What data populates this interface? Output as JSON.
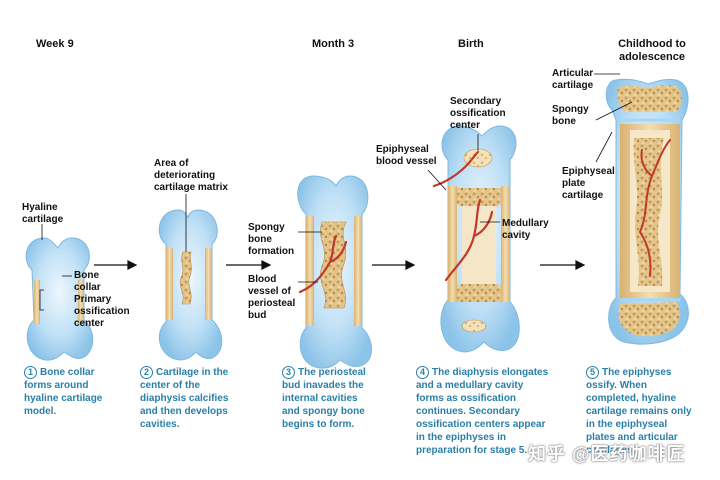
{
  "stages": [
    {
      "title": "Week 9"
    },
    {
      "title": "Month 3"
    },
    {
      "title": "Birth"
    },
    {
      "title": "Childhood to\nadolescence"
    }
  ],
  "labels": {
    "hyaline_cartilage": "Hyaline\ncartilage",
    "bone_collar": "Bone\ncollar",
    "primary_ossification_center": "Primary\nossification\ncenter",
    "deteriorating_matrix": "Area of\ndeteriorating\ncartilage matrix",
    "spongy_bone_formation": "Spongy\nbone\nformation",
    "periosteal_bud_vessel": "Blood\nvessel of\nperiosteal\nbud",
    "secondary_ossification_center": "Secondary\nossification\ncenter",
    "epiphyseal_blood_vessel": "Epiphyseal\nblood vessel",
    "medullary_cavity": "Medullary\ncavity",
    "articular_cartilage": "Articular\ncartilage",
    "spongy_bone": "Spongy\nbone",
    "epiphyseal_plate_cartilage": "Epiphyseal\nplate\ncartilage"
  },
  "captions": [
    {
      "num": "1",
      "text": "Bone collar\nforms around\nhyaline cartilage\nmodel."
    },
    {
      "num": "2",
      "text": "Cartilage in the\ncenter of the\ndiaphysis calcifies\nand then develops\ncavities."
    },
    {
      "num": "3",
      "text": "The periosteal\nbud inavades the\ninternal cavities\nand spongy bone\nbegins to form."
    },
    {
      "num": "4",
      "text": "The diaphysis elongates\nand a medullary cavity\nforms as ossification\ncontinues. Secondary\nossification centers appear\nin the epiphyses in\npreparation for stage 5."
    },
    {
      "num": "5",
      "text": "The epiphyses\nossify. When\ncompleted, hyaline\ncartilage remains only\nin the epiphyseal\nplates and articular\ncartilages."
    }
  ],
  "watermark": "知乎 @医药咖啡匠",
  "colors": {
    "cartilage_light": "#dff0fb",
    "cartilage_mid": "#a9d6f3",
    "cartilage_edge": "#7fb8e0",
    "bone_collar": "#e8c98f",
    "spongy_bone": "#c9a05a",
    "vessel": "#c0392b",
    "caption_blue": "#2a7fa8"
  }
}
